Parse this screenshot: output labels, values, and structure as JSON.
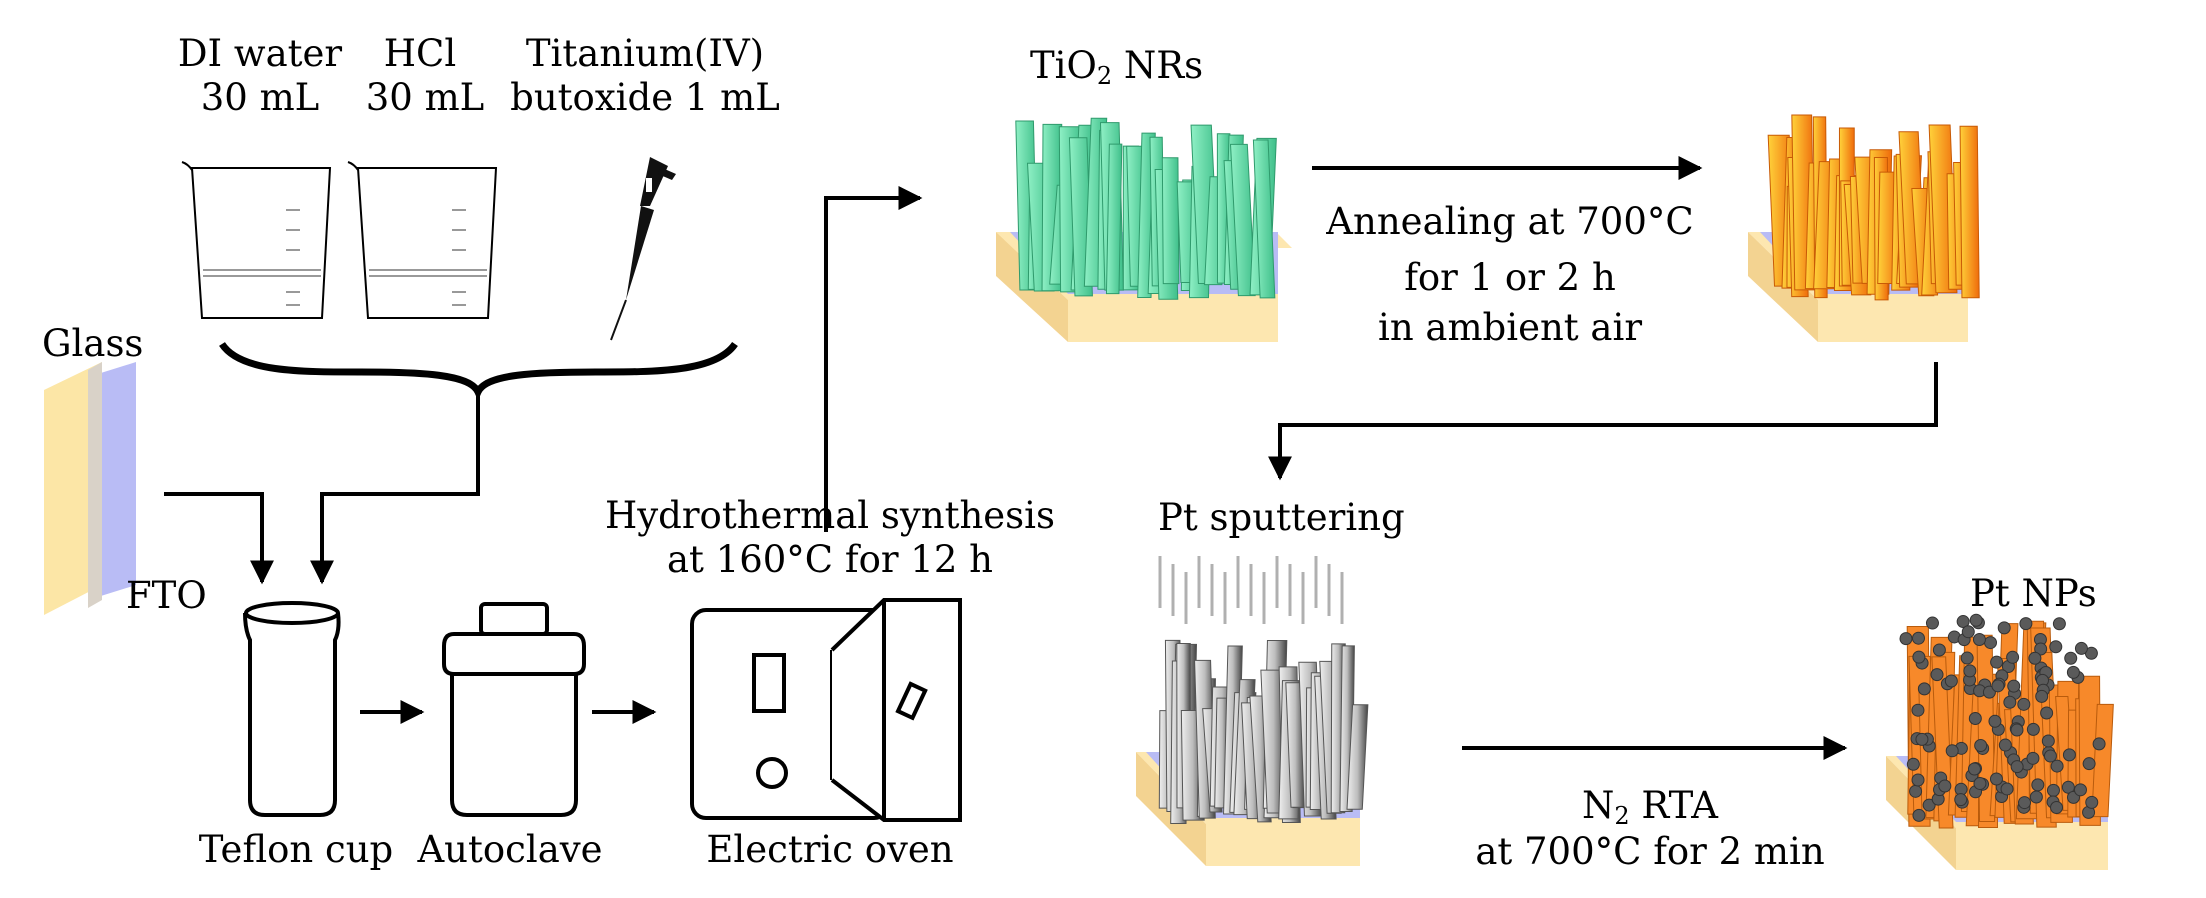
{
  "reagents": {
    "water": {
      "name": "DI water",
      "volume": "30 mL"
    },
    "hcl": {
      "name": "HCl",
      "volume": "30 mL"
    },
    "titanium": {
      "name": "Titanium(IV)",
      "volume": "butoxide 1 mL"
    }
  },
  "substrate": {
    "glass_label": "Glass",
    "fto_label": "FTO"
  },
  "vessels": {
    "teflon_cup": "Teflon cup",
    "autoclave": "Autoclave",
    "electric_oven": "Electric oven"
  },
  "hydrothermal": {
    "line1": "Hydrothermal synthesis",
    "line2": "at 160°C for 12 h"
  },
  "tio2": {
    "prefix": "TiO",
    "subscript": "2",
    "suffix": " NRs"
  },
  "annealing": {
    "line1": "Annealing at 700°C",
    "line2": "for 1 or 2 h",
    "line3": "in ambient air"
  },
  "sputtering": {
    "label": "Pt sputtering"
  },
  "rta": {
    "prefix": "N",
    "subscript": "2",
    "suffix": " RTA",
    "line2": "at 700°C for 2 min"
  },
  "pt_nps": {
    "label": "Pt NPs"
  },
  "colors": {
    "glass": "#fce6a6",
    "fto": "#b9bcf5",
    "tio2_nanorods": "#5ed6a4",
    "annealed_nanorods": "#f5a623",
    "sputtered_nanorods": "#9a9a9a",
    "pt_nanorods": "#f7892a",
    "pt_nanoparticles": "#5a5a5a",
    "substrate": "#fde7b0"
  }
}
